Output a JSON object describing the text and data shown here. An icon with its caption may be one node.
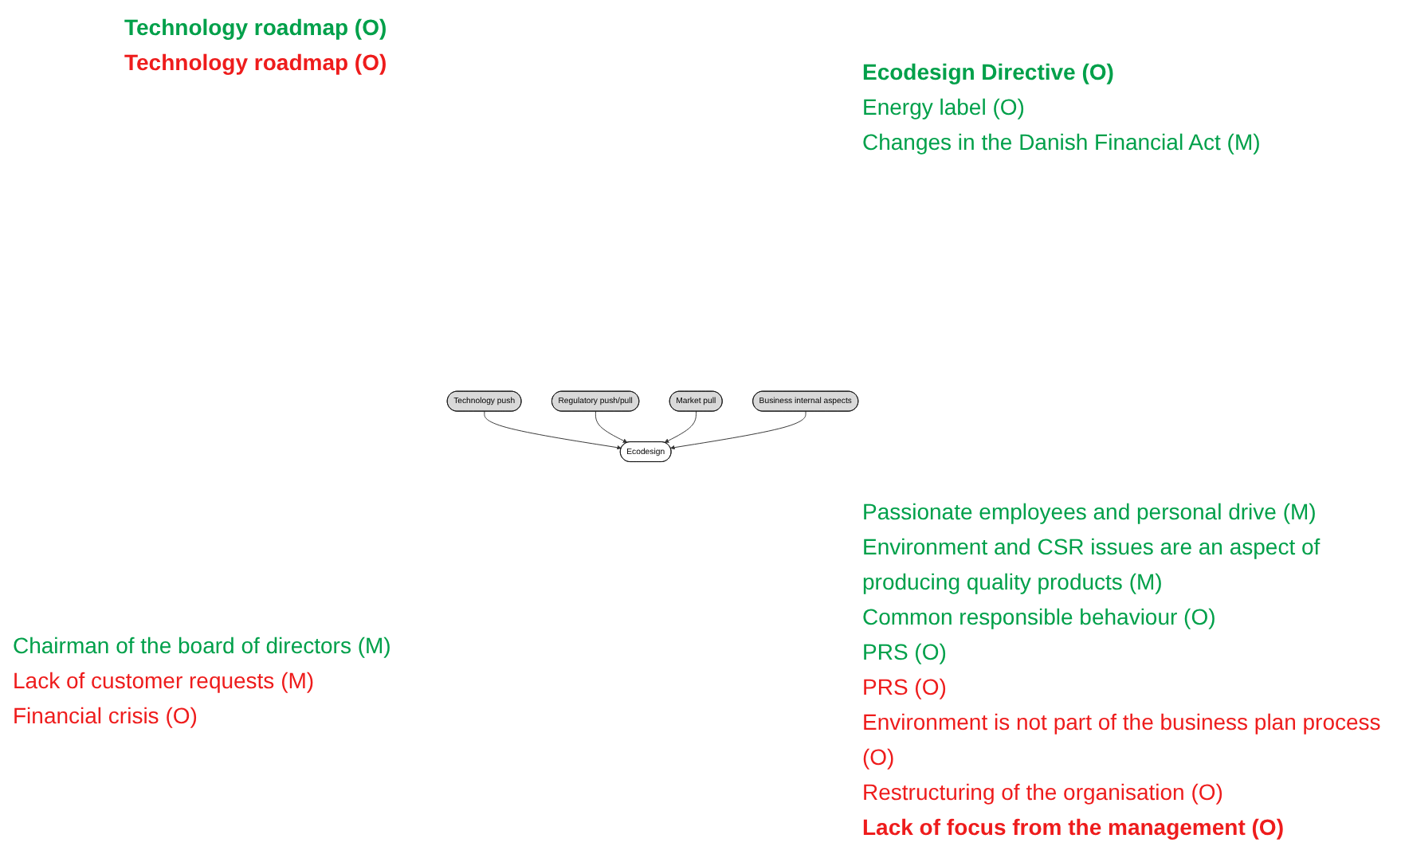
{
  "diagram": {
    "nodes": [
      {
        "text": [
          "Technology push"
        ],
        "beside": [
          "Technology roadmap (O)",
          "Technology roadmap (O)"
        ]
      },
      {
        "text": [
          "Regulatory push/pull"
        ],
        "beside": [
          "Ecodesign Directive (O)",
          "Energy label (O)",
          "Changes in the Danish Financial Act (M)"
        ]
      },
      {
        "text": [
          "Ecodesign"
        ]
      },
      {
        "text": [
          "Market pull"
        ],
        "beside": [
          "Chairman of the board of directors (M)",
          "Lack of customer requests (M)",
          "Financial crisis (O)"
        ]
      },
      {
        "text": [
          "Business internal aspects"
        ],
        "beside": [
          "Passionate employees and personal drive (M)",
          "Environment and CSR issues are an aspect of producing quality products (M)",
          "Common responsible behaviour (O)",
          "PRS (O)",
          "PRS (O)",
          "Environment is not part of the business plan process (O)",
          "Restructuring of the organisation (O)",
          "Lack of focus from the management (O)"
        ]
      }
    ],
    "edges": [
      {
        "from": 0,
        "to": 2,
        "arrow": "to"
      },
      {
        "from": 1,
        "to": 2,
        "arrow": "to"
      },
      {
        "from": 3,
        "to": 2,
        "arrow": "to"
      },
      {
        "from": 4,
        "to": 2,
        "arrow": "to"
      }
    ]
  }
}
